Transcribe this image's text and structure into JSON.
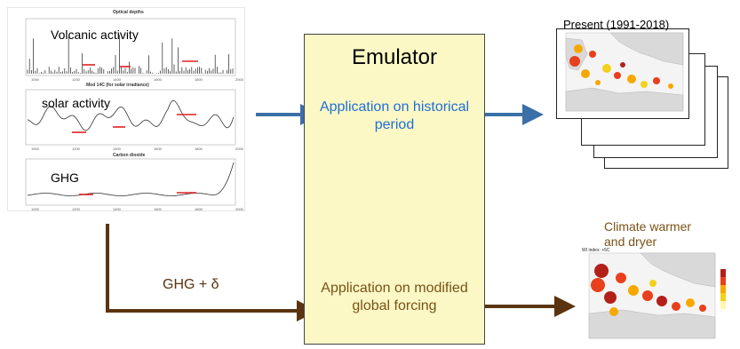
{
  "forcing_panel": {
    "subplot_titles": [
      "Optical depths",
      "Mod 14C (for solar irradiance)",
      "Carbon dioxide"
    ],
    "labels": {
      "volcanic": "Volcanic activity",
      "solar": "solar activity",
      "ghg": "GHG"
    },
    "x_ticks": [
      "1000",
      "1200",
      "1400",
      "1600",
      "1800",
      "2000"
    ]
  },
  "emulator": {
    "title": "Emulator",
    "historical_text": "Application on historical period",
    "modified_text": "Application on modified global forcing"
  },
  "outputs": {
    "present_title": "Present (1991-2018)",
    "future_title": "Climate warmer and dryer",
    "future_map_header": "WI index: +5C"
  },
  "ghg_delta_label": "GHG + δ",
  "colors": {
    "emulator_fill": "#fbf8c6",
    "blue_arrow": "#3b6fa8",
    "brown_arrow": "#5a3410",
    "historical_text": "#1f6fd6",
    "modified_text": "#7a5216"
  }
}
